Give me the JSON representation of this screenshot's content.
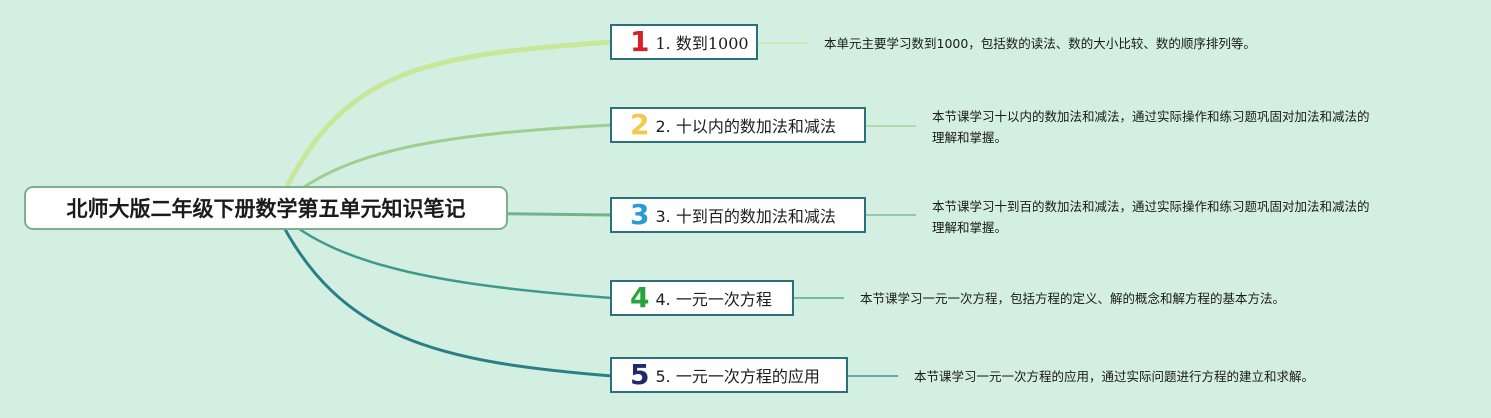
{
  "root": {
    "title": "北师大版二年级下册数学第五单元知识笔记"
  },
  "topics": [
    {
      "icon": "1",
      "label": "1. 数到1000",
      "note_lines": [
        "本单元主要学习数到1000，包括数的读法、数的大小比较、数的顺序排列等。"
      ]
    },
    {
      "icon": "2",
      "label": "2. 十以内的数加法和减法",
      "note_lines": [
        "本节课学习十以内的数加法和减法，通过实际操作和练习题巩固对加法和减法的",
        "理解和掌握。"
      ]
    },
    {
      "icon": "3",
      "label": "3. 十到百的数加法和减法",
      "note_lines": [
        "本节课学习十到百的数加法和减法，通过实际操作和练习题巩固对加法和减法的",
        "理解和掌握。"
      ]
    },
    {
      "icon": "4",
      "label": "4. 一元一次方程",
      "note_lines": [
        "本节课学习一元一次方程，包括方程的定义、解的概念和解方程的基本方法。"
      ]
    },
    {
      "icon": "5",
      "label": "5. 一元一次方程的应用",
      "note_lines": [
        "本节课学习一元一次方程的应用，通过实际问题进行方程的建立和求解。"
      ]
    }
  ],
  "colors": {
    "background": "#d3efe1",
    "root_border": "#7fae8c",
    "topic_border": "#2c6f7d",
    "icon_1": "#d4202c",
    "icon_2": "#f2c94c",
    "icon_3": "#2a9bd6",
    "icon_4": "#27a33a",
    "icon_5": "#1f2a6b",
    "branch_1": "#c9e79a",
    "branch_2": "#9fcf8e",
    "branch_3": "#6fb58a",
    "branch_4": "#3d9a8c",
    "branch_5": "#2a7e87"
  }
}
